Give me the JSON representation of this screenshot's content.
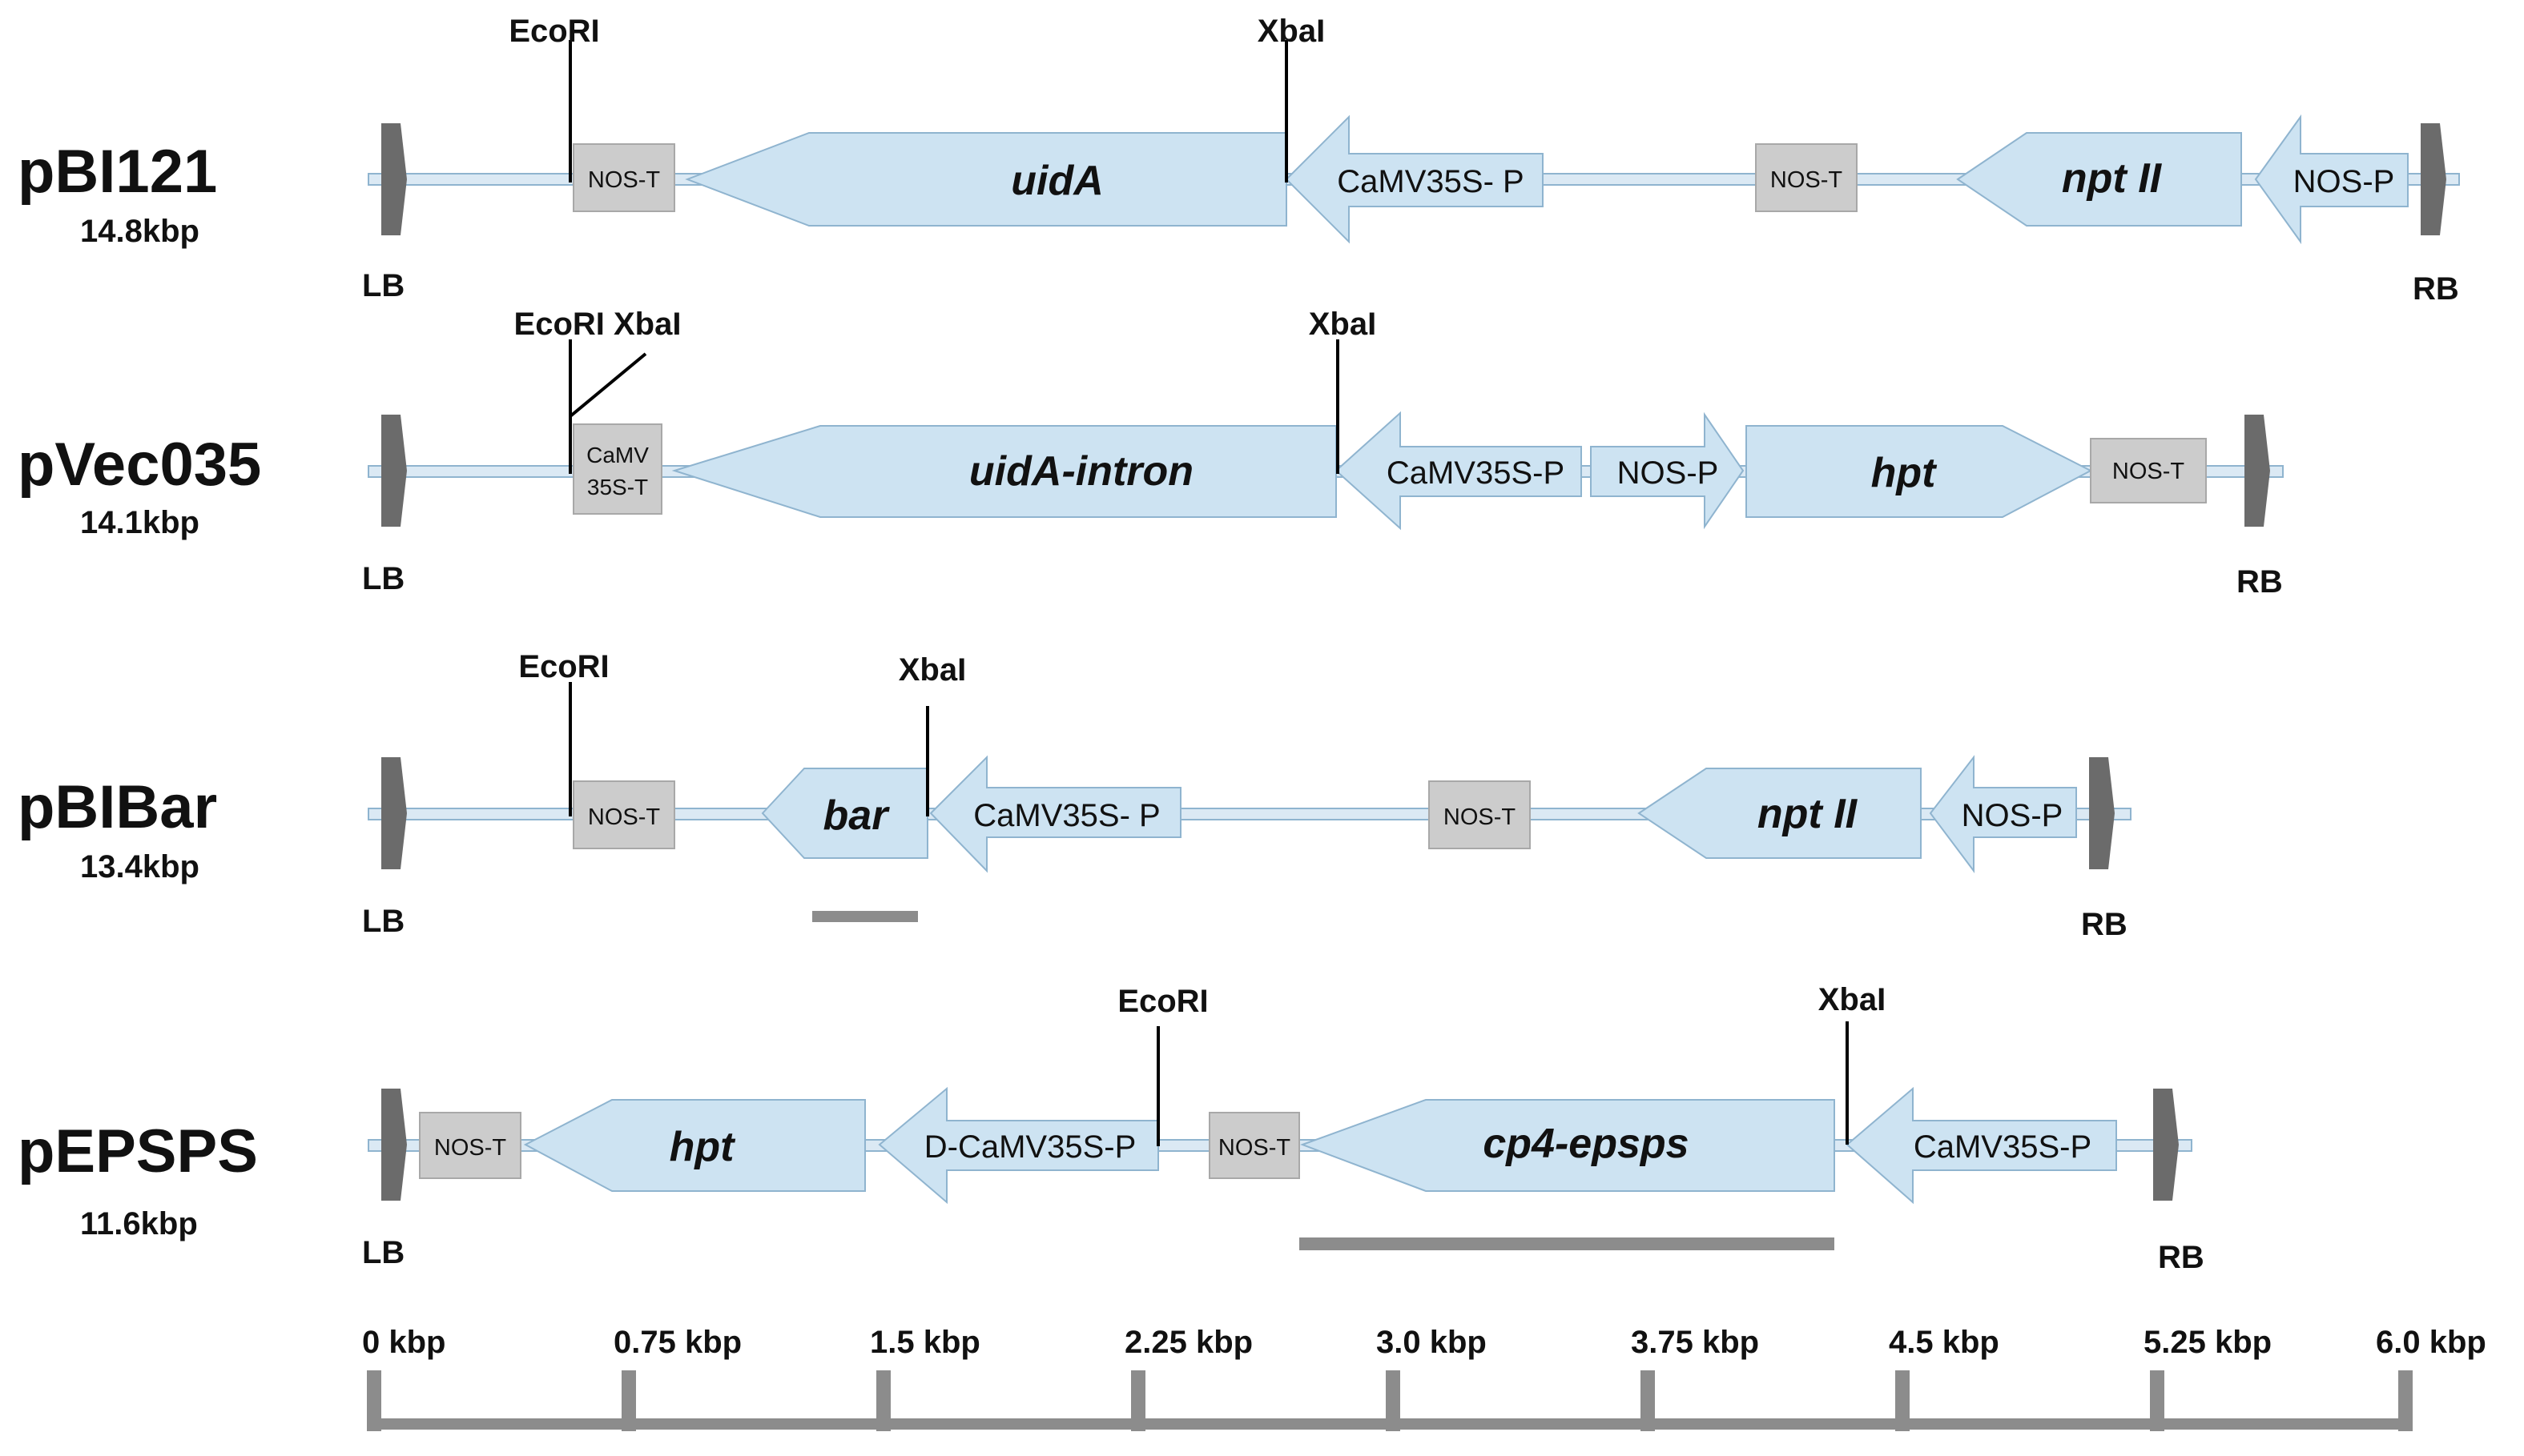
{
  "constructs": [
    {
      "name": "pBI121",
      "size": "14.8kbp",
      "lb": "LB",
      "rb": "RB",
      "features": [
        {
          "label": "NOS-T",
          "kind": "terminator",
          "italic": false
        },
        {
          "label": "uidA",
          "kind": "gene-left",
          "italic": true
        },
        {
          "label": "CaMV35S- P",
          "kind": "promoter-left",
          "italic": false
        },
        {
          "label": "NOS-T",
          "kind": "terminator",
          "italic": false
        },
        {
          "label": "npt II",
          "kind": "gene-left",
          "italic": true
        },
        {
          "label": "NOS-P",
          "kind": "promoter-left",
          "italic": false
        }
      ],
      "sites": [
        {
          "label": "EcoRI"
        },
        {
          "label": "XbaI"
        }
      ]
    },
    {
      "name": "pVec035",
      "size": "14.1kbp",
      "lb": "LB",
      "rb": "RB",
      "features": [
        {
          "label": "CaMV 35S-T",
          "line1": "CaMV",
          "line2": "35S-T",
          "kind": "terminator",
          "italic": false
        },
        {
          "label": "uidA-intron",
          "kind": "gene-left",
          "italic": true
        },
        {
          "label": "CaMV35S-P",
          "kind": "promoter-left",
          "italic": false
        },
        {
          "label": "NOS-P",
          "kind": "promoter-right",
          "italic": false
        },
        {
          "label": "hpt",
          "kind": "gene-right",
          "italic": true
        },
        {
          "label": "NOS-T",
          "kind": "terminator",
          "italic": false
        }
      ],
      "sites": [
        {
          "label": "EcoRI XbaI"
        },
        {
          "label": "XbaI"
        }
      ]
    },
    {
      "name": "pBIBar",
      "size": "13.4kbp",
      "lb": "LB",
      "rb": "RB",
      "features": [
        {
          "label": "NOS-T",
          "kind": "terminator",
          "italic": false
        },
        {
          "label": "bar",
          "kind": "gene-left",
          "italic": true
        },
        {
          "label": "CaMV35S- P",
          "kind": "promoter-left",
          "italic": false
        },
        {
          "label": "NOS-T",
          "kind": "terminator",
          "italic": false
        },
        {
          "label": "npt II",
          "kind": "gene-left",
          "italic": true
        },
        {
          "label": "NOS-P",
          "kind": "promoter-left",
          "italic": false
        }
      ],
      "sites": [
        {
          "label": "EcoRI"
        },
        {
          "label": "XbaI"
        }
      ],
      "probe": true
    },
    {
      "name": "pEPSPS",
      "size": "11.6kbp",
      "lb": "LB",
      "rb": "RB",
      "features": [
        {
          "label": "NOS-T",
          "kind": "terminator",
          "italic": false
        },
        {
          "label": "hpt",
          "kind": "gene-left",
          "italic": true
        },
        {
          "label": "D-CaMV35S-P",
          "kind": "promoter-left",
          "italic": false
        },
        {
          "label": "NOS-T",
          "kind": "terminator",
          "italic": false
        },
        {
          "label": "cp4-epsps",
          "kind": "gene-left",
          "italic": true
        },
        {
          "label": "CaMV35S-P",
          "kind": "promoter-left",
          "italic": false
        }
      ],
      "sites": [
        {
          "label": "EcoRI"
        },
        {
          "label": "XbaI"
        }
      ],
      "probe": true
    }
  ],
  "scale": {
    "ticks": [
      "0 kbp",
      "0.75 kbp",
      "1.5 kbp",
      "2.25 kbp",
      "3.0 kbp",
      "3.75 kbp",
      "4.5 kbp",
      "5.25 kbp",
      "6.0 kbp"
    ]
  },
  "colors": {
    "feature_fill": "#cde3f2",
    "feature_stroke": "#8fb4cf",
    "terminator_fill": "#cccccc",
    "border_fill": "#6b6b6b",
    "probe_bar": "#8c8c8c"
  }
}
